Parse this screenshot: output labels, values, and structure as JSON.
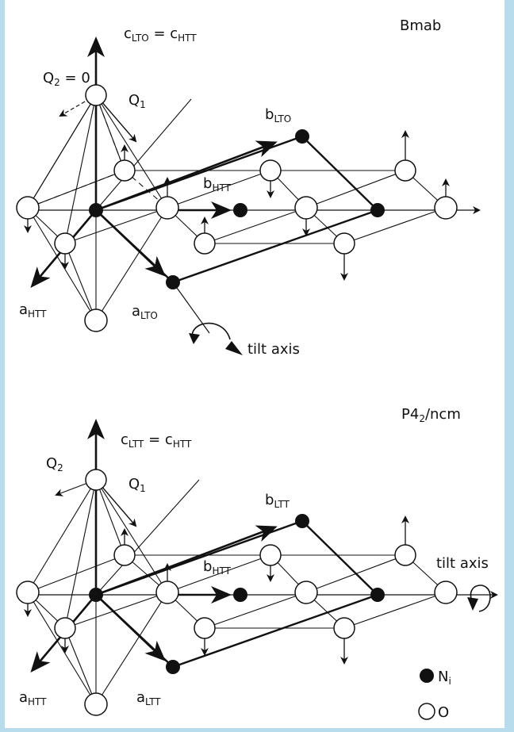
{
  "top_diagram": {
    "space_group": "Bmab",
    "c_axis": {
      "main": "c",
      "sub": "LTO",
      "eq": " = c",
      "sub2": "HTT"
    },
    "q2": {
      "main": "Q",
      "sub": "2",
      "rest": " = 0"
    },
    "q1": {
      "main": "Q",
      "sub": "1"
    },
    "b_lto": {
      "main": "b",
      "sub": "LTO"
    },
    "b_htt": {
      "main": "b",
      "sub": "HTT"
    },
    "a_htt": {
      "main": "a",
      "sub": "HTT"
    },
    "a_lto": {
      "main": "a",
      "sub": "LTO"
    },
    "tilt_axis": "tilt axis"
  },
  "bottom_diagram": {
    "space_group": {
      "main": "P4",
      "sub": "2",
      "rest": "/ncm"
    },
    "c_axis": {
      "main": "c",
      "sub": "LTT",
      "eq": " = c",
      "sub2": "HTT"
    },
    "q2": {
      "main": "Q",
      "sub": "2"
    },
    "q1": {
      "main": "Q",
      "sub": "1"
    },
    "b_ltt": {
      "main": "b",
      "sub": "LTT"
    },
    "b_htt": {
      "main": "b",
      "sub": "HTT"
    },
    "a_htt": {
      "main": "a",
      "sub": "HTT"
    },
    "a_ltt": {
      "main": "a",
      "sub": "LTT"
    },
    "tilt_axis": "tilt axis"
  },
  "legend": {
    "ni": {
      "main": "N",
      "sub": "i"
    },
    "o": "O"
  }
}
